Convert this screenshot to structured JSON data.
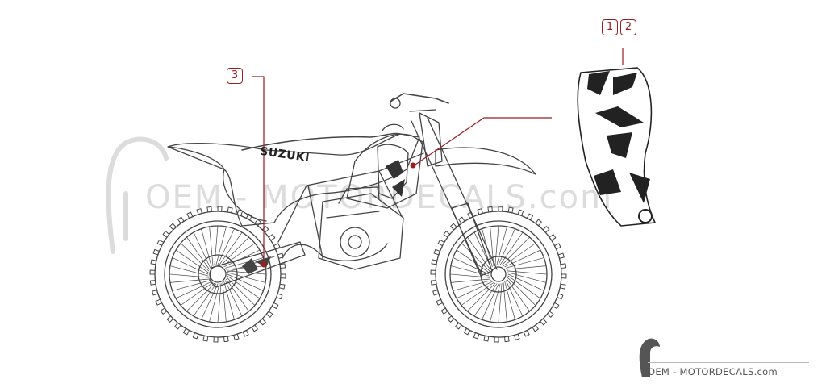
{
  "callouts": [
    {
      "id": "callout-1",
      "label": "1"
    },
    {
      "id": "callout-2",
      "label": "2"
    },
    {
      "id": "callout-3",
      "label": "3"
    }
  ],
  "bike": {
    "tank_brand": "SUZUKI"
  },
  "watermark": {
    "text": "OEM - MOTORDECALS.com"
  },
  "footer": {
    "brand": "OEM - MOTORDECALS.com",
    "logo_icon": "bird-logo-icon"
  },
  "colors": {
    "accent": "#9b1c22",
    "line": "#444444",
    "watermark": "#dcdcdc"
  }
}
